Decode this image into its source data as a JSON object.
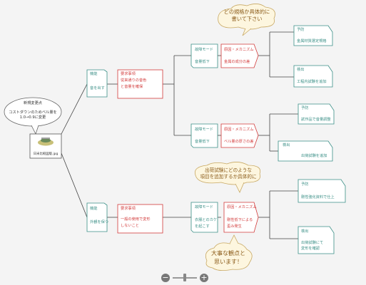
{
  "root": {
    "title": "新規変更点",
    "lines": [
      "コストダウンのためベル量を",
      "1.0→0.9に変更"
    ],
    "image_caption": "日米比較図版.jpg"
  },
  "branches": [
    {
      "function": [
        "機能",
        "音を出す"
      ],
      "requirement": [
        "要求事項",
        "従来通りの音色",
        "と音量を確保"
      ],
      "failures": [
        {
          "mode": [
            "故障モード",
            "音量低下"
          ],
          "cause": [
            "原因・メカニズム",
            "金属の成分の差"
          ],
          "prevention": [
            "予防",
            "金属材質選定規格"
          ],
          "detection": [
            "検出",
            "工程内試験を追加"
          ]
        },
        {
          "mode": [
            "故障モード",
            "音量低下"
          ],
          "cause": [
            "原因・メカニズム",
            "ベル量の厚さの差"
          ],
          "prevention": [
            "予防",
            "試作品で音量調整"
          ],
          "detection": [
            "検出",
            "出荷試験を追加"
          ]
        }
      ]
    },
    {
      "function": [
        "機能",
        "外観を保つ"
      ],
      "requirement": [
        "要求事項",
        "一般の使用で変形",
        "しないこと"
      ],
      "failures": [
        {
          "mode": [
            "故障モード",
            "衣服とのカケ",
            "を起こす"
          ],
          "cause": [
            "原因・メカニズム",
            "剛性低下による",
            "歪み発生"
          ],
          "prevention": [
            "予防",
            "剛性強化資料で仕上"
          ],
          "detection": [
            "検出",
            "出荷試験にて",
            "変形を確認"
          ]
        }
      ]
    }
  ],
  "callouts": {
    "top": [
      "どの規格か具体的に",
      "書いて下さい"
    ],
    "middle": [
      "出荷試験にどのような",
      "項目を追加するか具体的に"
    ],
    "bottom": [
      "大事な観点と",
      "思います！"
    ]
  },
  "zoom": {
    "minus": "−",
    "plus": "+",
    "level": 0.5
  },
  "colors": {
    "teal": "#3a8f86",
    "red": "#d23a3a",
    "callout_fill": "#fdf6df",
    "callout_stroke": "#c8a862",
    "line": "#444444"
  }
}
